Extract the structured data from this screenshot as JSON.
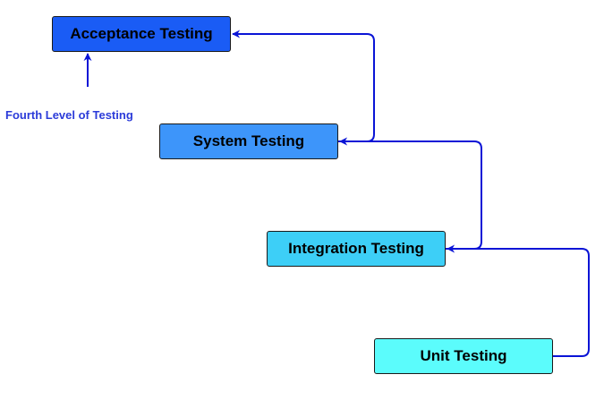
{
  "colors": {
    "acceptance_fill": "#1a5cf5",
    "system_fill": "#3d95fa",
    "integration_fill": "#3dcff7",
    "unit_fill": "#5bfcfc",
    "arrow": "#0a14d6",
    "note_text": "#2b3bd9"
  },
  "boxes": {
    "acceptance": "Acceptance Testing",
    "system": "System Testing",
    "integration": "Integration Testing",
    "unit": "Unit Testing"
  },
  "note": "Fourth Level of Testing",
  "edges": [
    {
      "from": "unit",
      "to": "integration"
    },
    {
      "from": "integration",
      "to": "system"
    },
    {
      "from": "system",
      "to": "acceptance"
    }
  ]
}
